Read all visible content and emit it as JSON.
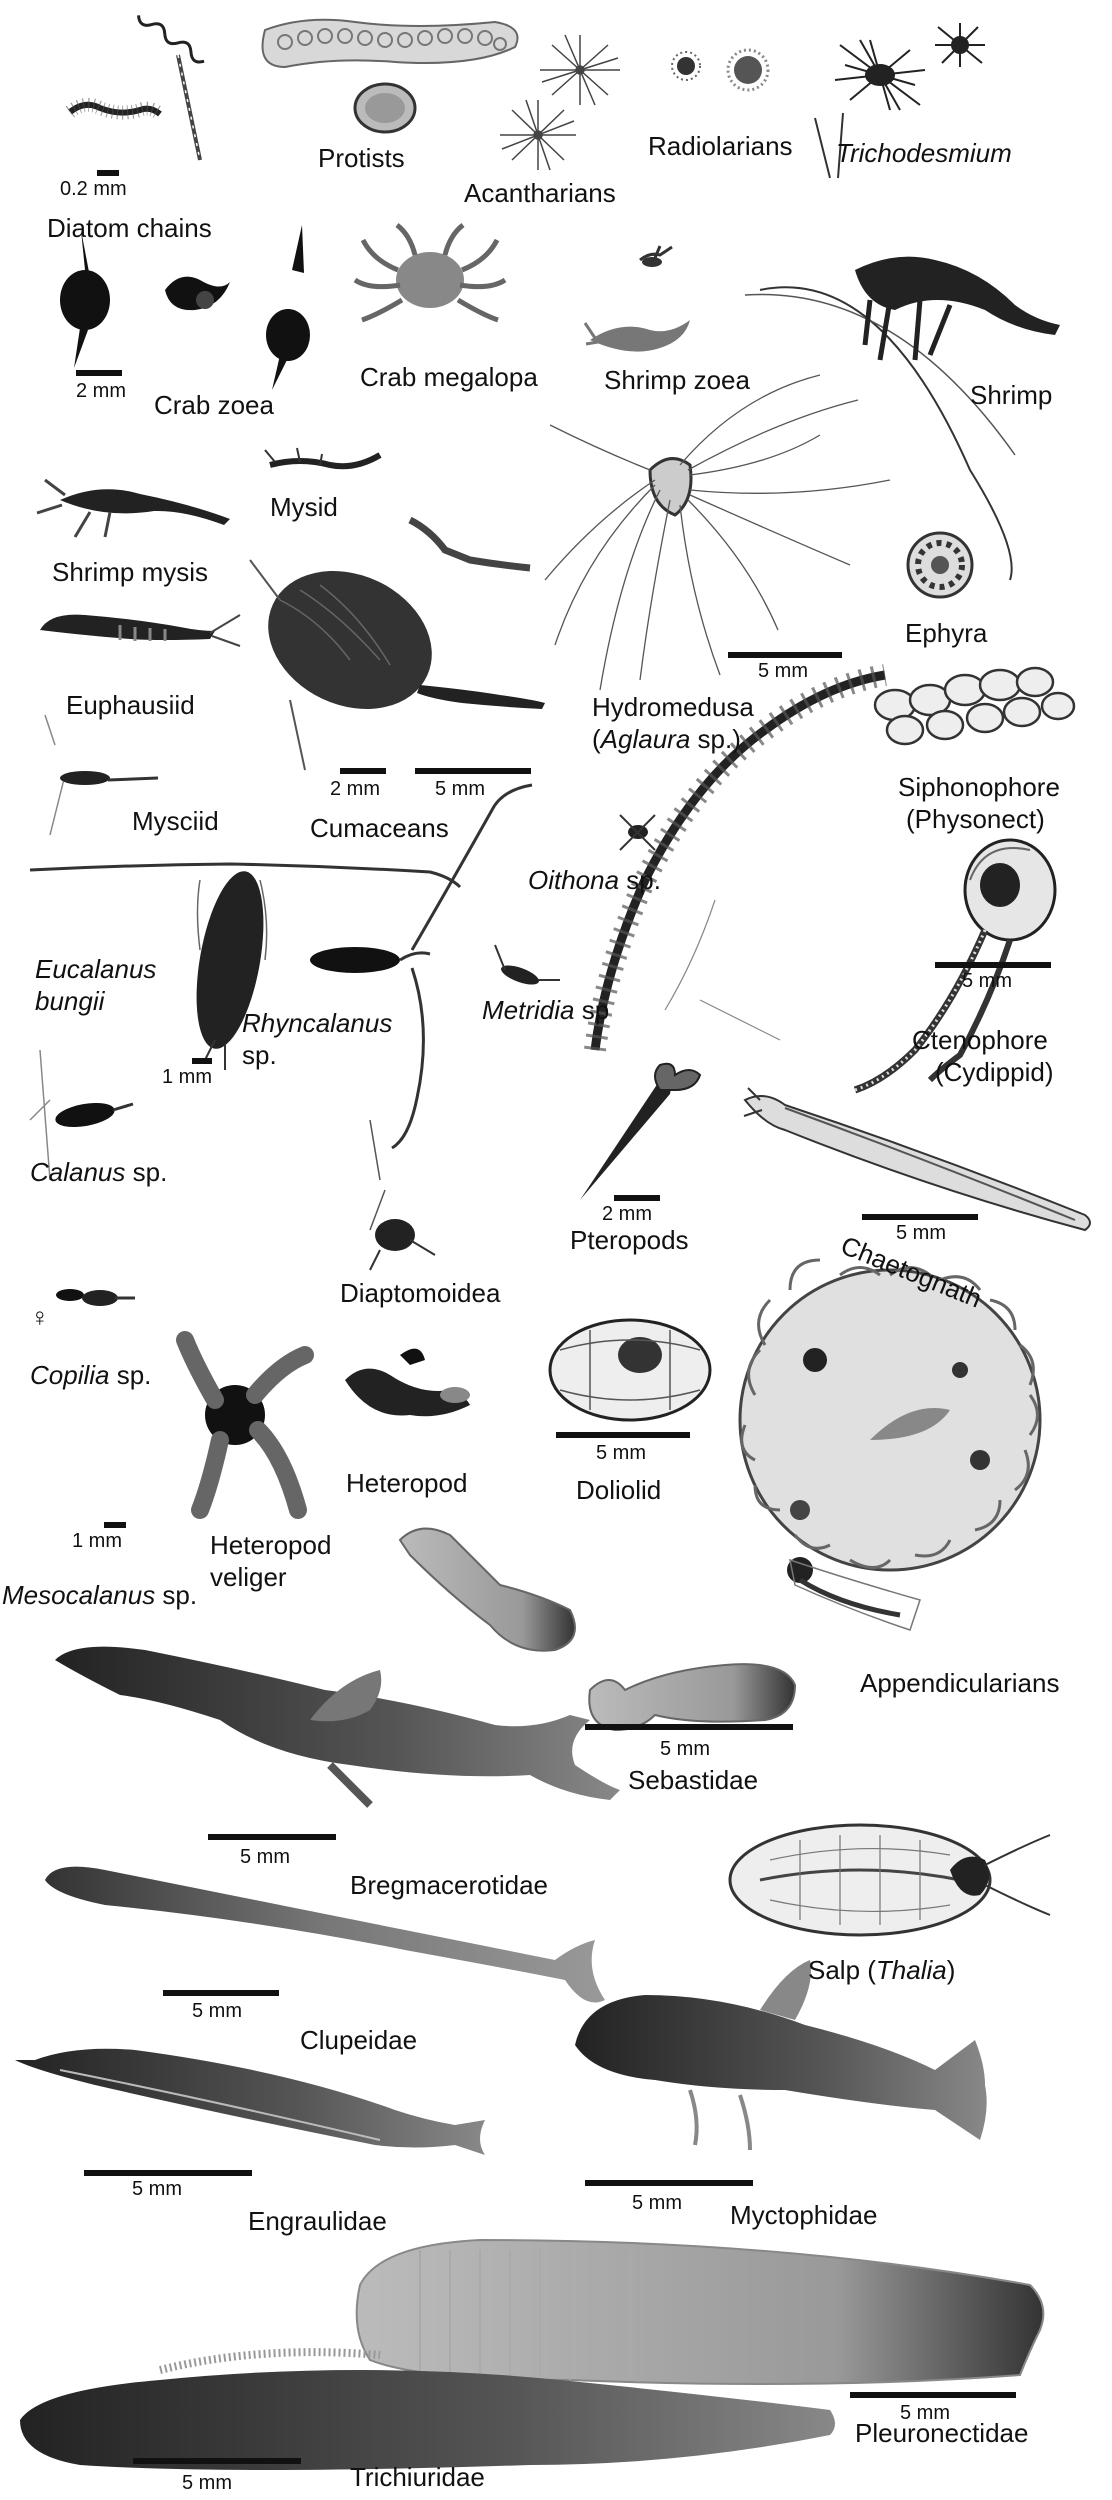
{
  "labels": {
    "diatom_chains": "Diatom chains",
    "protists": "Protists",
    "acantharians": "Acantharians",
    "radiolarians": "Radiolarians",
    "trichodesmium": "Trichodesmium",
    "crab_zoea": "Crab zoea",
    "crab_megalopa": "Crab megalopa",
    "shrimp_zoea": "Shrimp zoea",
    "shrimp": "Shrimp",
    "shrimp_mysis": "Shrimp mysis",
    "mysid": "Mysid",
    "euphausiid": "Euphausiid",
    "mysciid": "Mysciid",
    "cumaceans": "Cumaceans",
    "hydromedusa": "Hydromedusa",
    "hydromedusa_genus_open": "(",
    "hydromedusa_genus": "Aglaura",
    "hydromedusa_genus_close": " sp.)",
    "ephyra": "Ephyra",
    "siphonophore": "Siphonophore",
    "siphonophore_sub": "(Physonect)",
    "oithona": "Oithona",
    "oithona_sp": " sp.",
    "eucalanus_1": "Eucalanus",
    "eucalanus_2": "bungii",
    "rhyncalanus": "Rhyncalanus",
    "rhyncalanus_sp": "sp.",
    "metridia": "Metridia",
    "metridia_sp": " sp",
    "ctenophore": "Ctenophore",
    "ctenophore_sub": "(Cydippid)",
    "calanus": "Calanus",
    "calanus_sp": " sp.",
    "pteropods": "Pteropods",
    "chaetognath": "Chaetognath",
    "diaptomoidea": "Diaptomoidea",
    "female_symbol": "♀",
    "copilia": "Copilia",
    "copilia_sp": " sp.",
    "heteropod": "Heteropod",
    "heteropod_veliger_1": "Heteropod",
    "heteropod_veliger_2": "veliger",
    "doliolid": "Doliolid",
    "mesocalanus": "Mesocalanus",
    "mesocalanus_sp": " sp.",
    "appendicularians": "Appendicularians",
    "sebastidae": "Sebastidae",
    "bregmacerotidae": "Bregmacerotidae",
    "salp": "Salp (",
    "salp_genus": "Thalia",
    "salp_close": ")",
    "clupeidae": "Clupeidae",
    "engraulidae": "Engraulidae",
    "myctophidae": "Myctophidae",
    "pleuronectidae": "Pleuronectidae",
    "trichiuridae": "Trichiuridae"
  },
  "scale_bars": {
    "diatom": "0.2 mm",
    "crab_zoea": "2 mm",
    "hydromedusa": "5 mm",
    "cumacean_a": "2 mm",
    "cumacean_b": "5 mm",
    "ctenophore": "5 mm",
    "eucalanus": "1 mm",
    "pteropod": "2 mm",
    "chaetognath": "5 mm",
    "mesocalanus": "1 mm",
    "doliolid": "5 mm",
    "sebastidae": "5 mm",
    "bregmacerotidae": "5 mm",
    "clupeidae": "5 mm",
    "engraulidae": "5 mm",
    "myctophidae": "5 mm",
    "pleuronectidae": "5 mm",
    "trichiuridae": "5 mm"
  }
}
